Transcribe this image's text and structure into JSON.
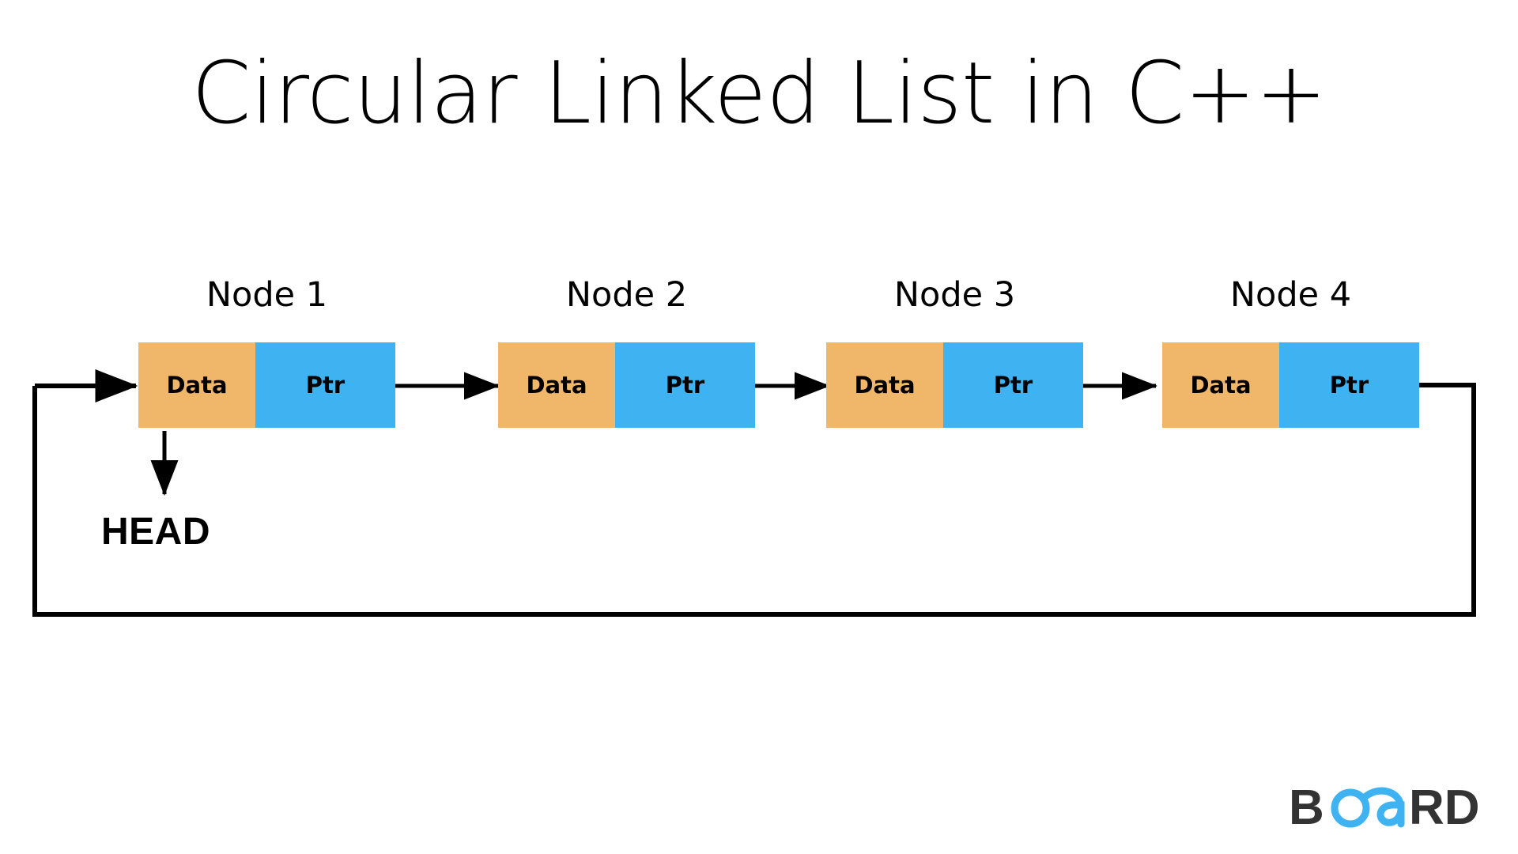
{
  "page": {
    "title": "Circular Linked List in C++",
    "background_color": "#FFFFFF"
  },
  "colors": {
    "data_cell": "#F0B76B",
    "ptr_cell": "#3FB3F2",
    "line": "#000000",
    "text": "#000000",
    "logo_dark": "#333333",
    "logo_blue": "#3FB3F2"
  },
  "diagram": {
    "type": "circular-linked-list",
    "head_label": "HEAD",
    "nodes": [
      {
        "label": "Node 1",
        "data_label": "Data",
        "ptr_label": "Ptr"
      },
      {
        "label": "Node 2",
        "data_label": "Data",
        "ptr_label": "Ptr"
      },
      {
        "label": "Node 3",
        "data_label": "Data",
        "ptr_label": "Ptr"
      },
      {
        "label": "Node 4",
        "data_label": "Data",
        "ptr_label": "Ptr"
      }
    ]
  },
  "logo": {
    "part1": "B",
    "part2": "OA",
    "part3": "RD",
    "full_text": "BOARD"
  }
}
